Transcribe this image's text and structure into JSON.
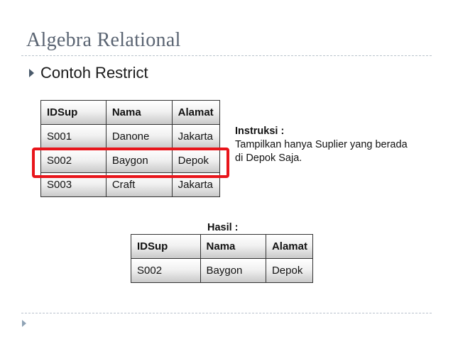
{
  "slide": {
    "title": "Algebra Relational",
    "bullet": "Contoh Restrict"
  },
  "source_table": {
    "headers": [
      "IDSup",
      "Nama",
      "Alamat"
    ],
    "rows": [
      [
        "S001",
        "Danone",
        "Jakarta"
      ],
      [
        "S002",
        "Baygon",
        "Depok"
      ],
      [
        "S003",
        "Craft",
        "Jakarta"
      ]
    ]
  },
  "instruction": {
    "label": "Instruksi :",
    "line1": "Tampilkan hanya Suplier yang berada",
    "line2": "di Depok Saja."
  },
  "result": {
    "label": "Hasil :",
    "headers": [
      "IDSup",
      "Nama",
      "Alamat"
    ],
    "rows": [
      [
        "S002",
        "Baygon",
        "Depok"
      ]
    ]
  },
  "colors": {
    "title": "#5a6472",
    "highlight": "#e8151b",
    "divider": "#b9c3cc"
  }
}
